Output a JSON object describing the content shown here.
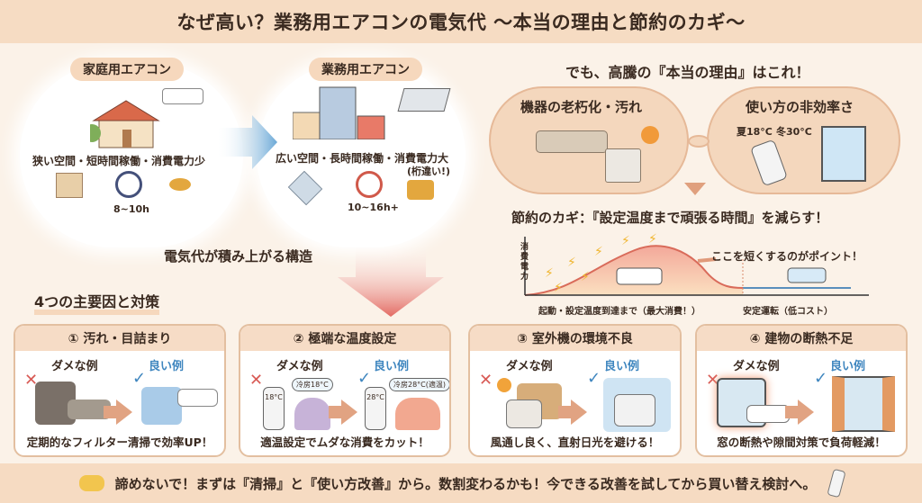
{
  "title": "なぜ高い？業務用エアコンの電気代 〜本当の理由と節約のカギ〜",
  "comparison": {
    "home": {
      "label": "家庭用エアコン",
      "desc": "狭い空間・短時間稼働・消費電力少",
      "hours": "8~10h"
    },
    "business": {
      "label": "業務用エアコン",
      "desc": "広い空間・長時間稼働・消費電力大",
      "note": "(桁違い!)",
      "hours": "10~16h+"
    },
    "structure_label": "電気代が積み上がる構造"
  },
  "reasons": {
    "heading": "でも、高騰の『本当の理由』はこれ！",
    "aging": {
      "label": "機器の老朽化・汚れ"
    },
    "usage": {
      "label": "使い方の非効率さ",
      "summer": "夏18°C",
      "winter": "冬30°C"
    },
    "key": "節約のカギ：『設定温度まで頑張る時間』を減らす！"
  },
  "chart_data": {
    "type": "area",
    "ylabel": "消費電力",
    "annotation": "ここを短くするのがポイント！",
    "phases": [
      "起動・設定温度到達まで（最大消費！）",
      "安定運転（低コスト）"
    ]
  },
  "factors_heading": "4つの主要因と対策",
  "bad_label": "ダメな例",
  "good_label": "良い例",
  "cards": [
    {
      "title": "① 汚れ・目詰まり",
      "footer": "定期的なフィルター清掃で効率UP！"
    },
    {
      "title": "② 極端な温度設定",
      "footer": "適温設定でムダな消費をカット！",
      "bad_bubble": "冷房18°C",
      "good_bubble": "冷房28°C(適温)",
      "bad_remote": "18°C",
      "good_remote": "28°C"
    },
    {
      "title": "③ 室外機の環境不良",
      "footer": "風通し良く、直射日光を避ける！"
    },
    {
      "title": "④ 建物の断熱不足",
      "footer": "窓の断熱や隙間対策で負荷軽減！"
    }
  ],
  "bottom_message": "諦めないで！まずは『清掃』と『使い方改善』から。数割変わるかも！今できる改善を試してから買い替え検討へ。"
}
